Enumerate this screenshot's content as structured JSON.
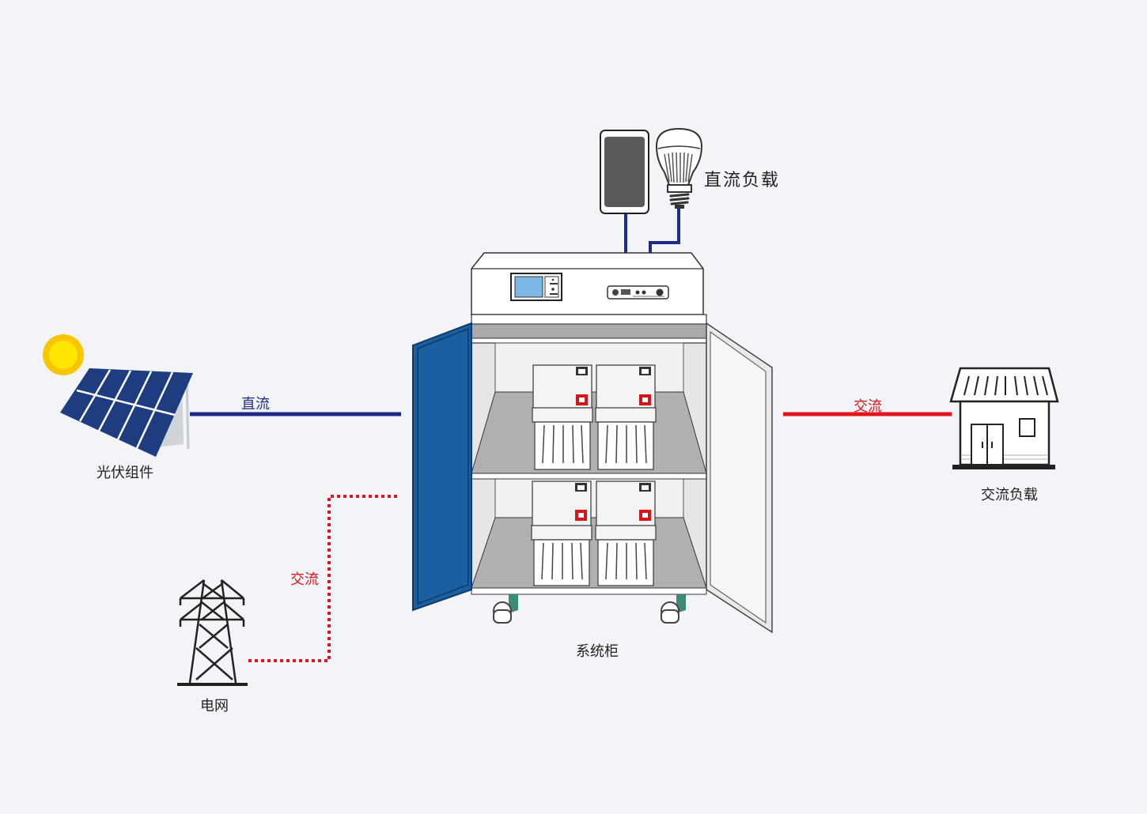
{
  "labels": {
    "solar": "光伏组件",
    "dc_line": "直流",
    "ac_line_load": "交流",
    "ac_line_grid": "交流",
    "grid": "电网",
    "cabinet": "系统柜",
    "ac_load": "交流负载",
    "dc_load": "直流负载"
  },
  "colors": {
    "background": "#f2f4f8",
    "dc": "#1d2a86",
    "ac": "#e3141b",
    "door": "#1a5fa0",
    "panel": "#1e3d80"
  },
  "icons": {
    "sun": "sun-icon",
    "solar_panel": "solar-panel-icon",
    "tower": "power-tower-icon",
    "house": "house-icon",
    "bulb": "light-bulb-icon",
    "phone": "phone-icon",
    "battery": "battery-icon"
  }
}
